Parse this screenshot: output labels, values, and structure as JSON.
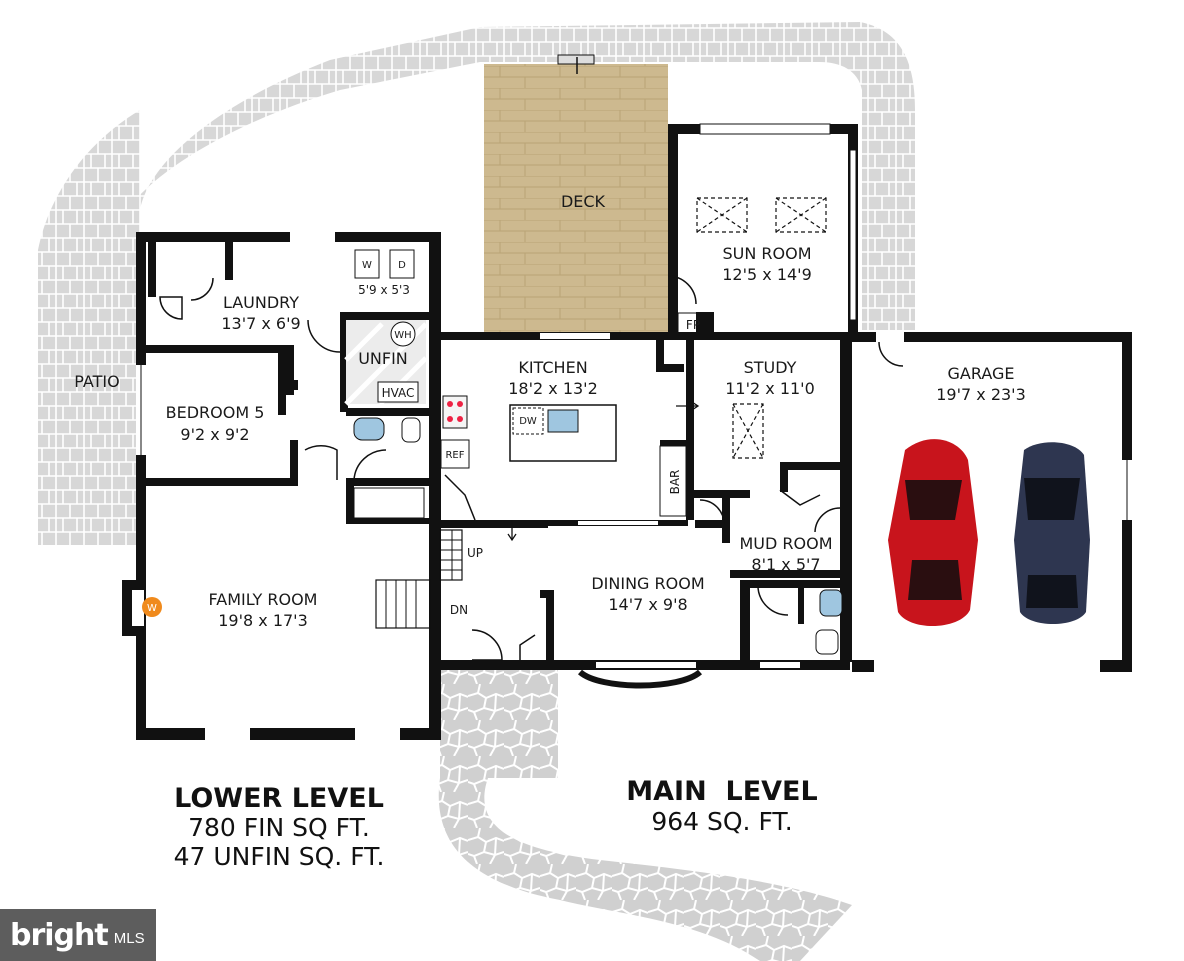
{
  "rooms": {
    "deck": {
      "name": "DECK"
    },
    "sun_room": {
      "name": "SUN ROOM",
      "dims": "12'5 x 14'9"
    },
    "laundry": {
      "name": "LAUNDRY",
      "dims": "13'7 x 6'9",
      "closet_dims": "5'9 x 5'3"
    },
    "unfin": {
      "name": "UNFIN"
    },
    "kitchen": {
      "name": "KITCHEN",
      "dims": "18'2 x 13'2"
    },
    "study": {
      "name": "STUDY",
      "dims": "11'2 x 11'0"
    },
    "garage": {
      "name": "GARAGE",
      "dims": "19'7 x 23'3"
    },
    "bedroom5": {
      "name": "BEDROOM 5",
      "dims": "9'2 x 9'2"
    },
    "family_room": {
      "name": "FAMILY ROOM",
      "dims": "19'8 x 17'3"
    },
    "dining_room": {
      "name": "DINING ROOM",
      "dims": "14'7 x 9'8"
    },
    "mud_room": {
      "name": "MUD ROOM",
      "dims": "8'1 x 5'7"
    },
    "patio": {
      "name": "PATIO"
    }
  },
  "fixtures": {
    "washer": "W",
    "dryer": "D",
    "water_heater": "WH",
    "hvac": "HVAC",
    "dishwasher": "DW",
    "refrigerator": "REF",
    "bar": "BAR",
    "fireplace_main": "FP",
    "stairs_up": "UP",
    "stairs_down": "DN",
    "fireplace_lower": "W"
  },
  "levels": {
    "lower": {
      "title": "LOWER LEVEL",
      "fin": "780 FIN SQ FT.",
      "unfin": "47 UNFIN SQ. FT."
    },
    "main": {
      "title": "MAIN  LEVEL",
      "area": "964 SQ. FT."
    }
  },
  "watermark": {
    "brand": "bright",
    "suffix": "MLS"
  },
  "colors": {
    "walls": "#111111",
    "deck": "#cdb98f",
    "paving": "#d3d3d3",
    "car_red": "#c8141c",
    "car_blue": "#2e3650",
    "fire": "#f08a1c"
  }
}
